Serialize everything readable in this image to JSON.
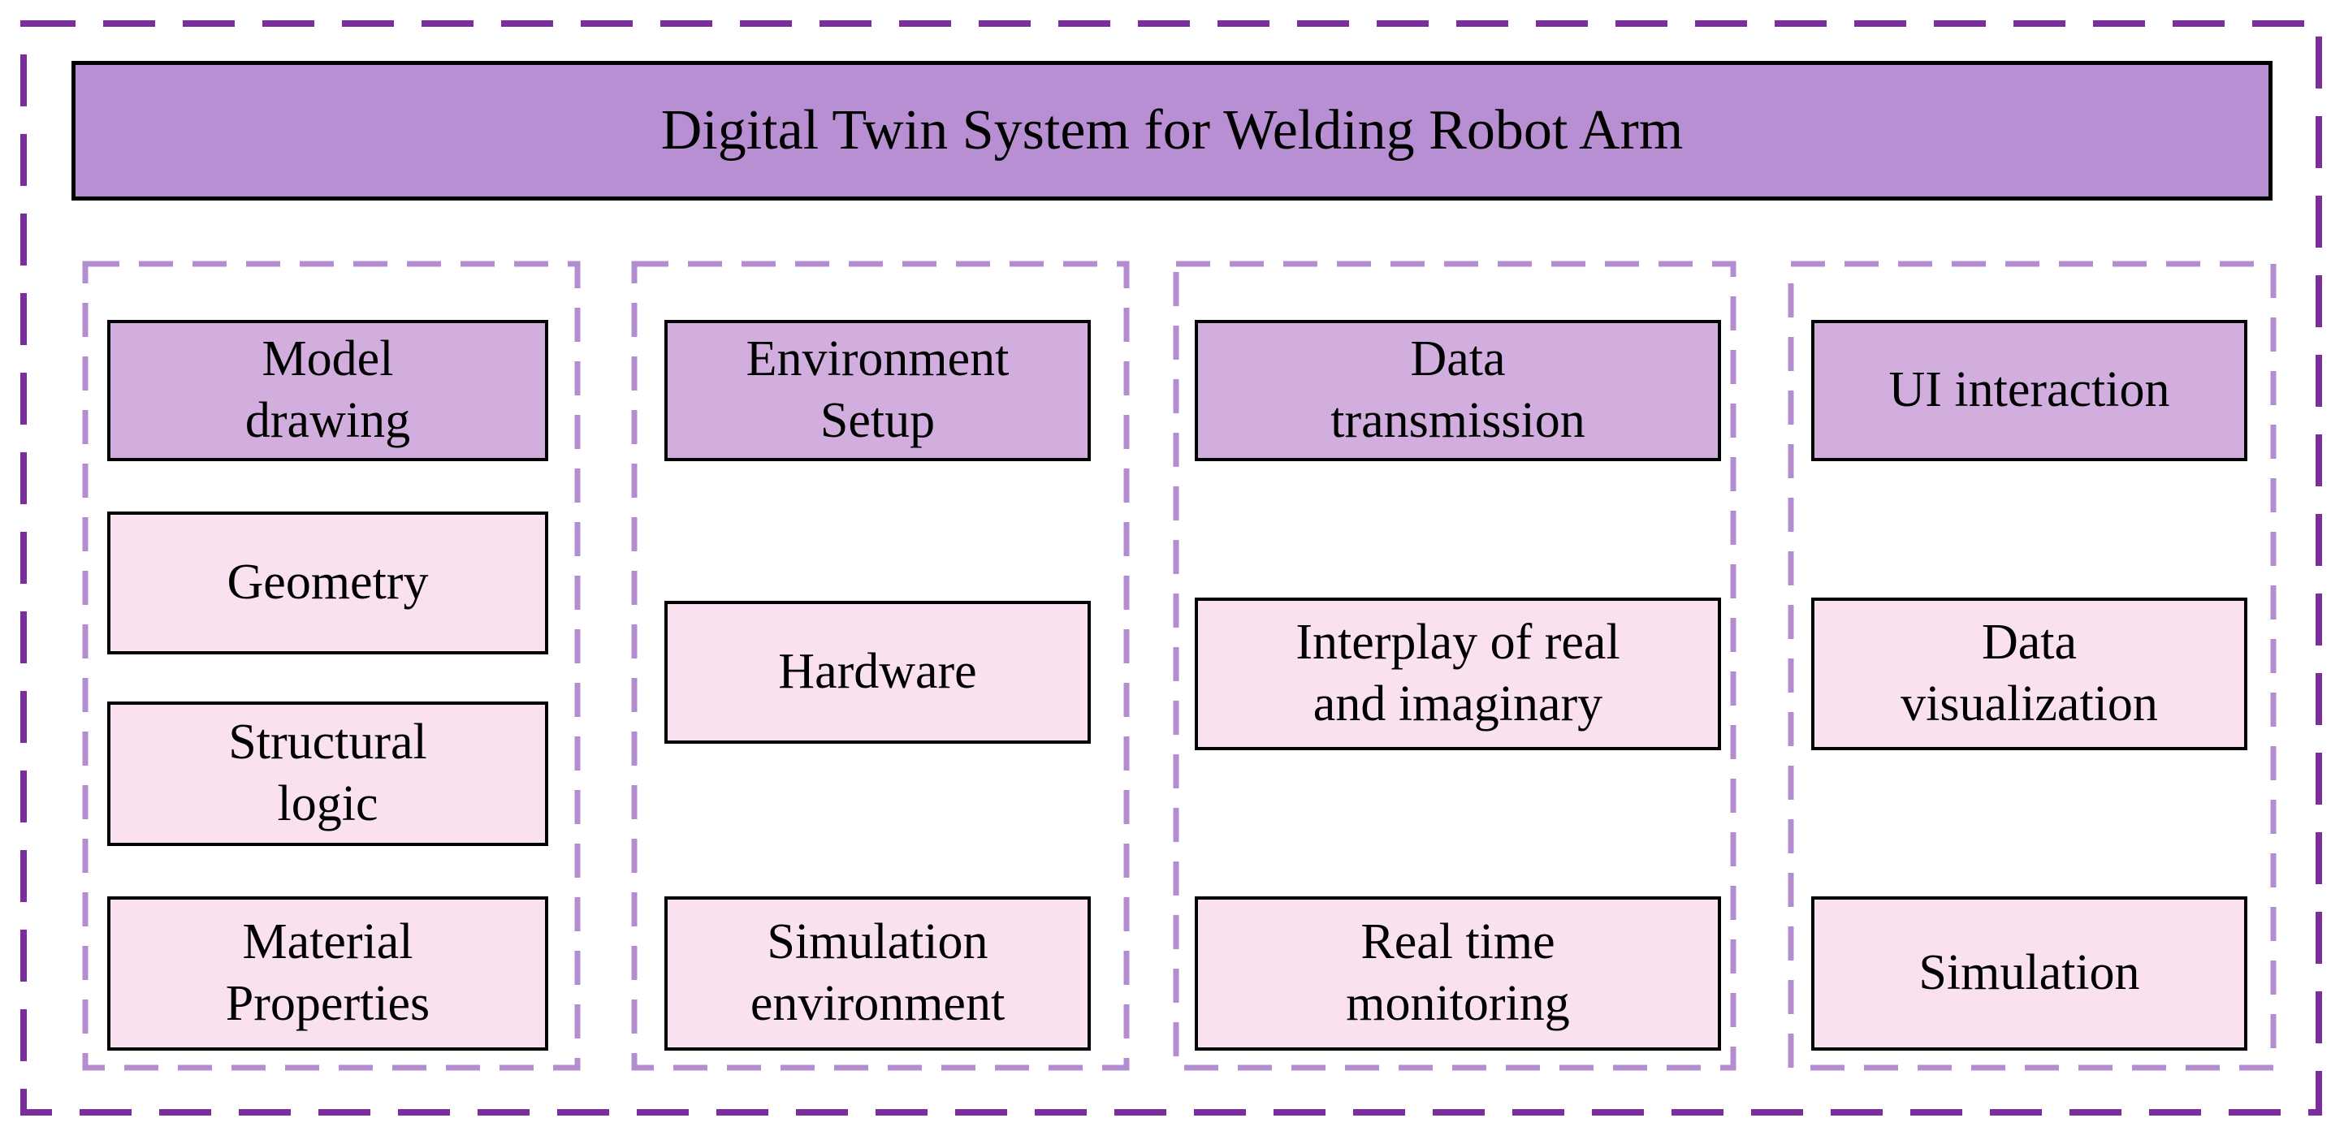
{
  "diagram": {
    "title": "Digital Twin System for Welding Robot Arm",
    "columns": [
      {
        "header": "Model\ndrawing",
        "items": [
          "Geometry",
          "Structural\nlogic",
          "Material\nProperties"
        ]
      },
      {
        "header": "Environment\nSetup",
        "items": [
          "Hardware",
          "Simulation\nenvironment"
        ]
      },
      {
        "header": "Data\ntransmission",
        "items": [
          "Interplay of real\nand imaginary",
          "Real time\nmonitoring"
        ]
      },
      {
        "header": "UI interaction",
        "items": [
          "Data\nvisualization",
          "Simulation"
        ]
      }
    ],
    "colors": {
      "title_fill": "#b78fd2",
      "header_fill": "#d1aede",
      "item_fill": "#f9e1ef",
      "outer_dashed_border": "#7c2d9c",
      "inner_dashed_border": "#b48cd0",
      "box_border": "#000000",
      "text": "#000000",
      "background": "#ffffff"
    }
  }
}
